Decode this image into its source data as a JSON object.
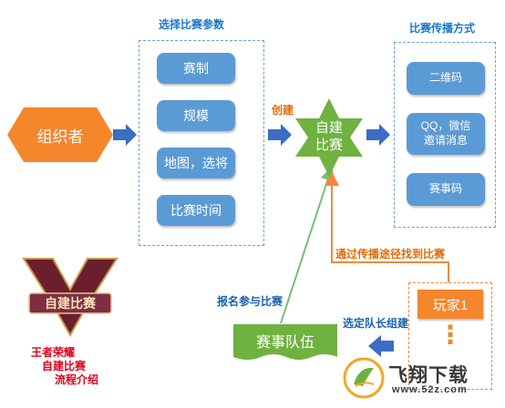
{
  "nodes": {
    "organizer": "组织者",
    "create_star": "自建\n比赛",
    "team": "赛事队伍",
    "player": "玩家1",
    "player_dots": "⋮"
  },
  "params": {
    "title": "选择比赛参数",
    "items": [
      "赛制",
      "规模",
      "地图，选将",
      "比赛时间"
    ]
  },
  "spread": {
    "title": "比赛传播方式",
    "items": [
      "二维码",
      "QQ，微信\n邀请消息",
      "赛事码"
    ]
  },
  "edges": {
    "create": "创建",
    "find": "通过传播途径找到比赛",
    "signup": "报名参与比赛",
    "captain": "选定队长组建"
  },
  "logo": {
    "badge_text": "自建比赛",
    "caption": [
      "王者荣耀",
      "自建比赛",
      "流程介绍"
    ]
  },
  "watermark": {
    "brand": "飞翔下载",
    "url": "www.52z.com"
  },
  "colors": {
    "orange": "#f4862b",
    "blue": "#5b9bd5",
    "green_star": "#6fb23f",
    "arrow_blue": "#3a6dc4",
    "arrow_green": "#6fc07a",
    "arrow_orange": "#f08a3e"
  }
}
